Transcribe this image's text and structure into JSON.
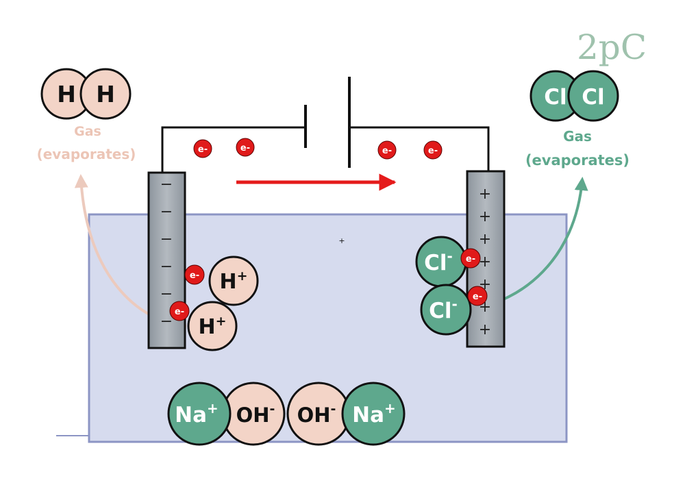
{
  "logo": {
    "text": "2pC"
  },
  "colors": {
    "pink": "#f3d4c7",
    "teal": "#5ea88d",
    "electron": "#e01a1a",
    "arrow_red": "#e51b1b",
    "tank": "#d6dbee",
    "tank_border": "#8c95c4",
    "electrode": "#a2a9b0",
    "pink_label": "#ecc5b6",
    "teal_label": "#5ea88d"
  },
  "electron_label": "e-",
  "h2": {
    "atom": "H",
    "gas_label": "Gas",
    "note": "(evaporates)"
  },
  "cl2": {
    "atom": "Cl",
    "gas_label": "Gas",
    "note": "(evaporates)"
  },
  "cathode": {
    "signs": [
      "−",
      "−",
      "−",
      "−",
      "−",
      "−"
    ]
  },
  "anode": {
    "signs": [
      "+",
      "+",
      "+",
      "+",
      "+",
      "+",
      "+"
    ]
  },
  "ions": {
    "h_plus": {
      "base": "H",
      "charge": "+"
    },
    "cl_minus": {
      "base": "Cl",
      "charge": "-"
    },
    "na_plus": {
      "base": "Na",
      "charge": "+"
    },
    "oh_minus": {
      "base": "OH",
      "charge": "-"
    }
  },
  "cursor": "+"
}
